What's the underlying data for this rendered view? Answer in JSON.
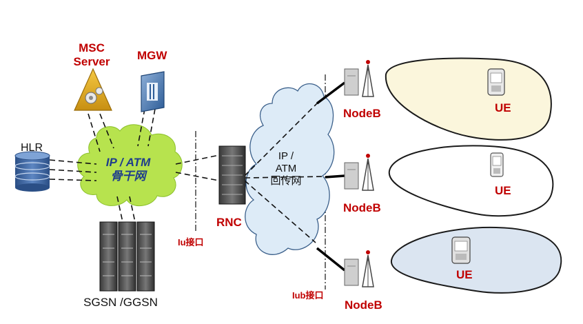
{
  "nodes": {
    "msc_server": {
      "label_line1": "MSC",
      "label_line2": "Server"
    },
    "mgw": {
      "label": "MGW"
    },
    "hlr": {
      "label": "HLR"
    },
    "core_network": {
      "label_line1": "IP / ATM",
      "label_line2": "骨干网"
    },
    "rnc": {
      "label": "RNC"
    },
    "backhaul": {
      "label_line1": "IP /",
      "label_line2": "ATM",
      "label_line3": "回传网"
    },
    "sgsn_ggsn": {
      "label": "SGSN /GGSN"
    },
    "nodeb_top": {
      "label": "NodeB"
    },
    "nodeb_mid": {
      "label": "NodeB"
    },
    "nodeb_bottom": {
      "label": "NodeB"
    },
    "ue_top": {
      "label": "UE"
    },
    "ue_mid": {
      "label": "UE"
    },
    "ue_bottom": {
      "label": "UE"
    }
  },
  "interfaces": {
    "iu": {
      "label": "Iu接口"
    },
    "iub": {
      "label": "Iub接口"
    }
  },
  "colors": {
    "label_red": "#c00000",
    "core_cloud_green": "#b7e34e",
    "backhaul_cloud": "#ddebf7",
    "cell_top_fill": "#fbf6dc",
    "cell_mid_fill": "#ffffff",
    "cell_bottom_fill": "#dbe5f1"
  }
}
